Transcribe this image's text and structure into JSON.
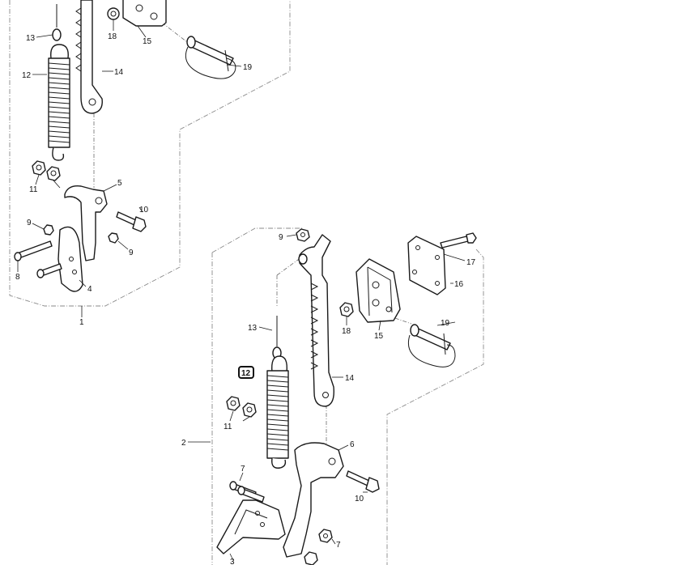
{
  "labels": {
    "top_1": "1",
    "top_4": "4",
    "top_5": "5",
    "top_8": "8",
    "top_9a": "9",
    "top_9b": "9",
    "top_10": "10",
    "top_11": "11",
    "top_12": "12",
    "top_13": "13",
    "top_14": "14",
    "top_15": "15",
    "top_18": "18",
    "top_19": "19",
    "bot_2": "2",
    "bot_3": "3",
    "bot_6": "6",
    "bot_7a": "7",
    "bot_7b": "7",
    "bot_9": "9",
    "bot_10": "10",
    "bot_11": "11",
    "bot_12": "12",
    "bot_13": "13",
    "bot_14": "14",
    "bot_15": "15",
    "bot_16": "16",
    "bot_17": "17",
    "bot_18": "18",
    "bot_19": "19"
  },
  "highlighted_label": "12"
}
